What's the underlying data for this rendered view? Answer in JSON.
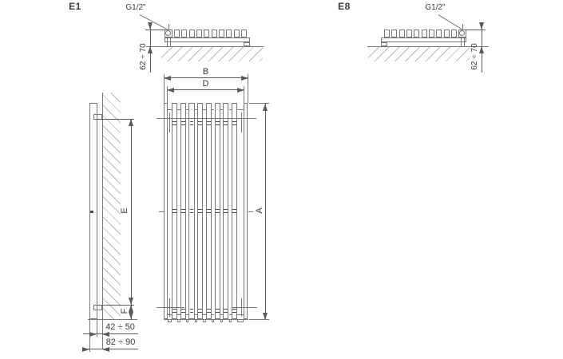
{
  "views": {
    "e1": {
      "label": "E1",
      "connection_label": "G1/2\"",
      "wall_distance": "62 ÷ 70"
    },
    "e8": {
      "label": "E8",
      "connection_label": "G1/2\"",
      "wall_distance": "62 ÷ 70"
    },
    "front": {
      "width_overall": "B",
      "width_connections": "D",
      "height": "A"
    },
    "side": {
      "bracket_spacing": "E",
      "bracket_offset_bottom": "F",
      "wall_to_tube": "42 ÷ 50",
      "wall_to_front": "82 ÷ 90"
    }
  },
  "drawing": {
    "front_tube_count": 8,
    "top_view_tube_count": 10,
    "line_color": "#787878",
    "dimension_color": "#5a5a5a",
    "accent_dark": "#4b4b4b",
    "hatch_color": "#b9b9b9",
    "background": "#ffffff"
  }
}
